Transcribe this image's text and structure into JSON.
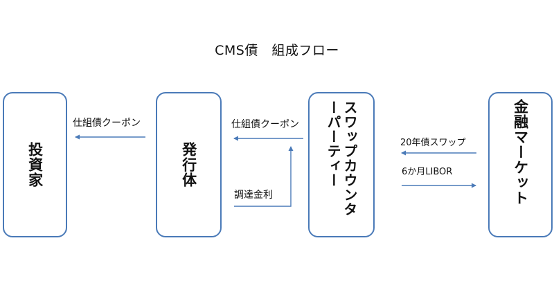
{
  "title": "CMS債　組成フロー",
  "boxes": {
    "investor": "投資家",
    "issuer": "発行体",
    "swap_counterparty": "スワップカウンターパーティー",
    "financial_market": "金融マーケット"
  },
  "labels": {
    "coupon_to_investor": "仕組債クーポン",
    "coupon_to_issuer": "仕組債クーポン",
    "funding_rate": "調達金利",
    "swap_20y": "20年債スワップ",
    "libor_6m": "6か月LIBOR"
  },
  "colors": {
    "box_border": "#4a7ab8",
    "arrow": "#4a7ab8"
  }
}
